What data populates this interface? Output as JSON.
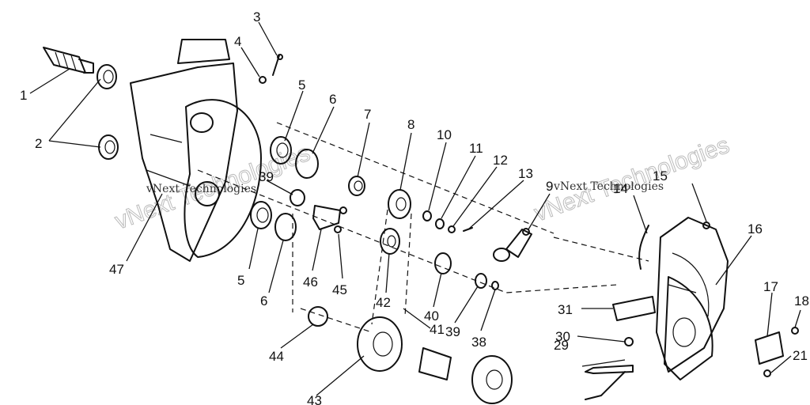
{
  "diagram": {
    "part_labels": [
      {
        "id": "1",
        "text": "1"
      },
      {
        "id": "2",
        "text": "2"
      },
      {
        "id": "3",
        "text": "3"
      },
      {
        "id": "4",
        "text": "4"
      },
      {
        "id": "5a",
        "text": "5"
      },
      {
        "id": "5b",
        "text": "5"
      },
      {
        "id": "6a",
        "text": "6"
      },
      {
        "id": "6b",
        "text": "6"
      },
      {
        "id": "7",
        "text": "7"
      },
      {
        "id": "8",
        "text": "8"
      },
      {
        "id": "9",
        "text": "9"
      },
      {
        "id": "10",
        "text": "10"
      },
      {
        "id": "11",
        "text": "11"
      },
      {
        "id": "12",
        "text": "12"
      },
      {
        "id": "13",
        "text": "13"
      },
      {
        "id": "14",
        "text": "14"
      },
      {
        "id": "15",
        "text": "15"
      },
      {
        "id": "16",
        "text": "16"
      },
      {
        "id": "17",
        "text": "17"
      },
      {
        "id": "18",
        "text": "18"
      },
      {
        "id": "21",
        "text": "21"
      },
      {
        "id": "29",
        "text": "29"
      },
      {
        "id": "30",
        "text": "30"
      },
      {
        "id": "31",
        "text": "31"
      },
      {
        "id": "38",
        "text": "38"
      },
      {
        "id": "39a",
        "text": "39"
      },
      {
        "id": "39b",
        "text": "39"
      },
      {
        "id": "40",
        "text": "40"
      },
      {
        "id": "41",
        "text": "41"
      },
      {
        "id": "42",
        "text": "42"
      },
      {
        "id": "43",
        "text": "43"
      },
      {
        "id": "44",
        "text": "44"
      },
      {
        "id": "45",
        "text": "45"
      },
      {
        "id": "46",
        "text": "46"
      },
      {
        "id": "47",
        "text": "47"
      }
    ],
    "watermark": {
      "small_text": "vNext Technologies",
      "large_text": "vNext Technologies"
    }
  }
}
